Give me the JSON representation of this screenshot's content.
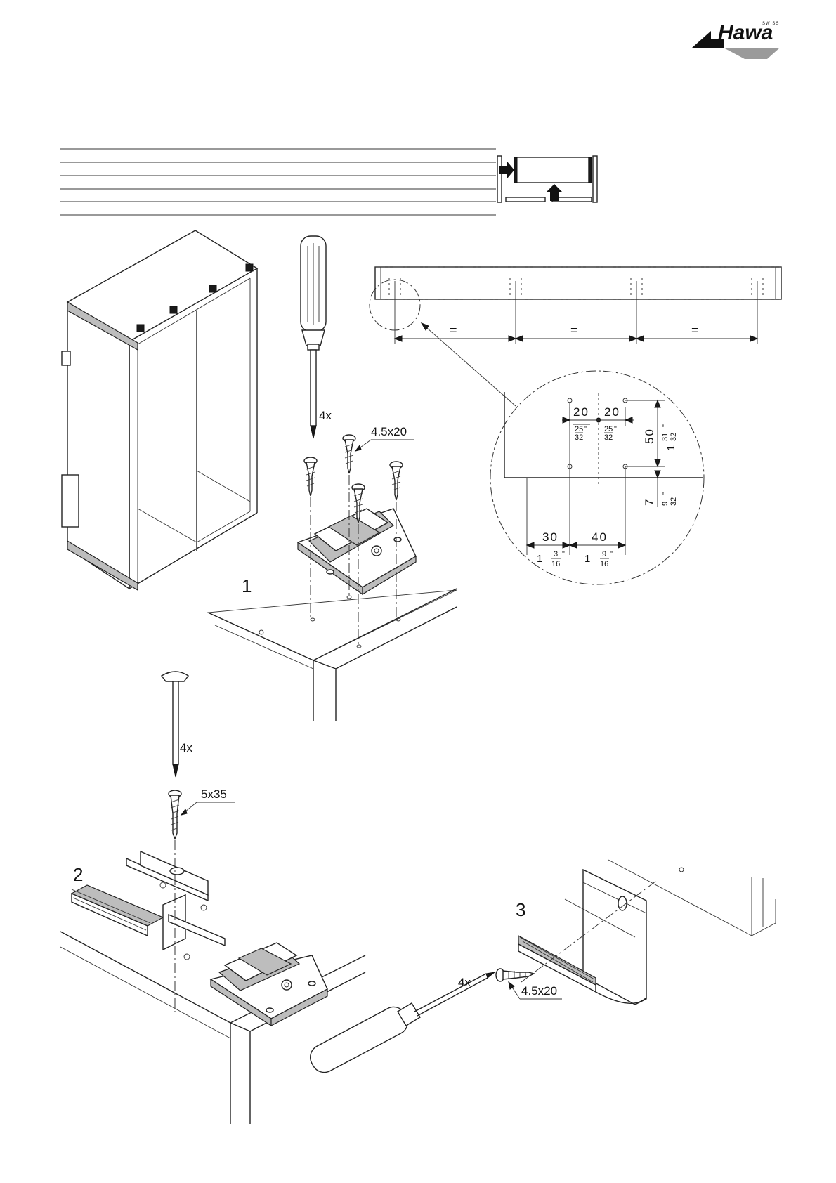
{
  "logo": {
    "name": "Hawa",
    "sub": "SWISS"
  },
  "steps": {
    "s1": "1",
    "s2": "2",
    "s3": "3"
  },
  "step1": {
    "qty": "4x",
    "screw": "4.5x20"
  },
  "step2": {
    "qty": "4x",
    "screw": "5x35"
  },
  "step3": {
    "qty": "4x",
    "screw": "4.5x20"
  },
  "spacing": {
    "eq": "="
  },
  "detail": {
    "d20a": "20",
    "d20a_in_num": "25",
    "d20a_in_den": "32",
    "d20a_in_unit": "\"",
    "d20b": "20",
    "d20b_in_num": "25",
    "d20b_in_den": "32",
    "d20b_in_unit": "\"",
    "d50": "50",
    "d50_in_whole": "1",
    "d50_in_num": "31",
    "d50_in_den": "32",
    "d50_in_unit": "\"",
    "d7": "7",
    "d7_in_num": "9",
    "d7_in_den": "32",
    "d7_in_unit": "\"",
    "d30": "30",
    "d30_in_whole": "1",
    "d30_in_num": "3",
    "d30_in_den": "16",
    "d30_in_unit": "\"",
    "d40": "40",
    "d40_in_whole": "1",
    "d40_in_num": "9",
    "d40_in_den": "16",
    "d40_in_unit": "\""
  }
}
